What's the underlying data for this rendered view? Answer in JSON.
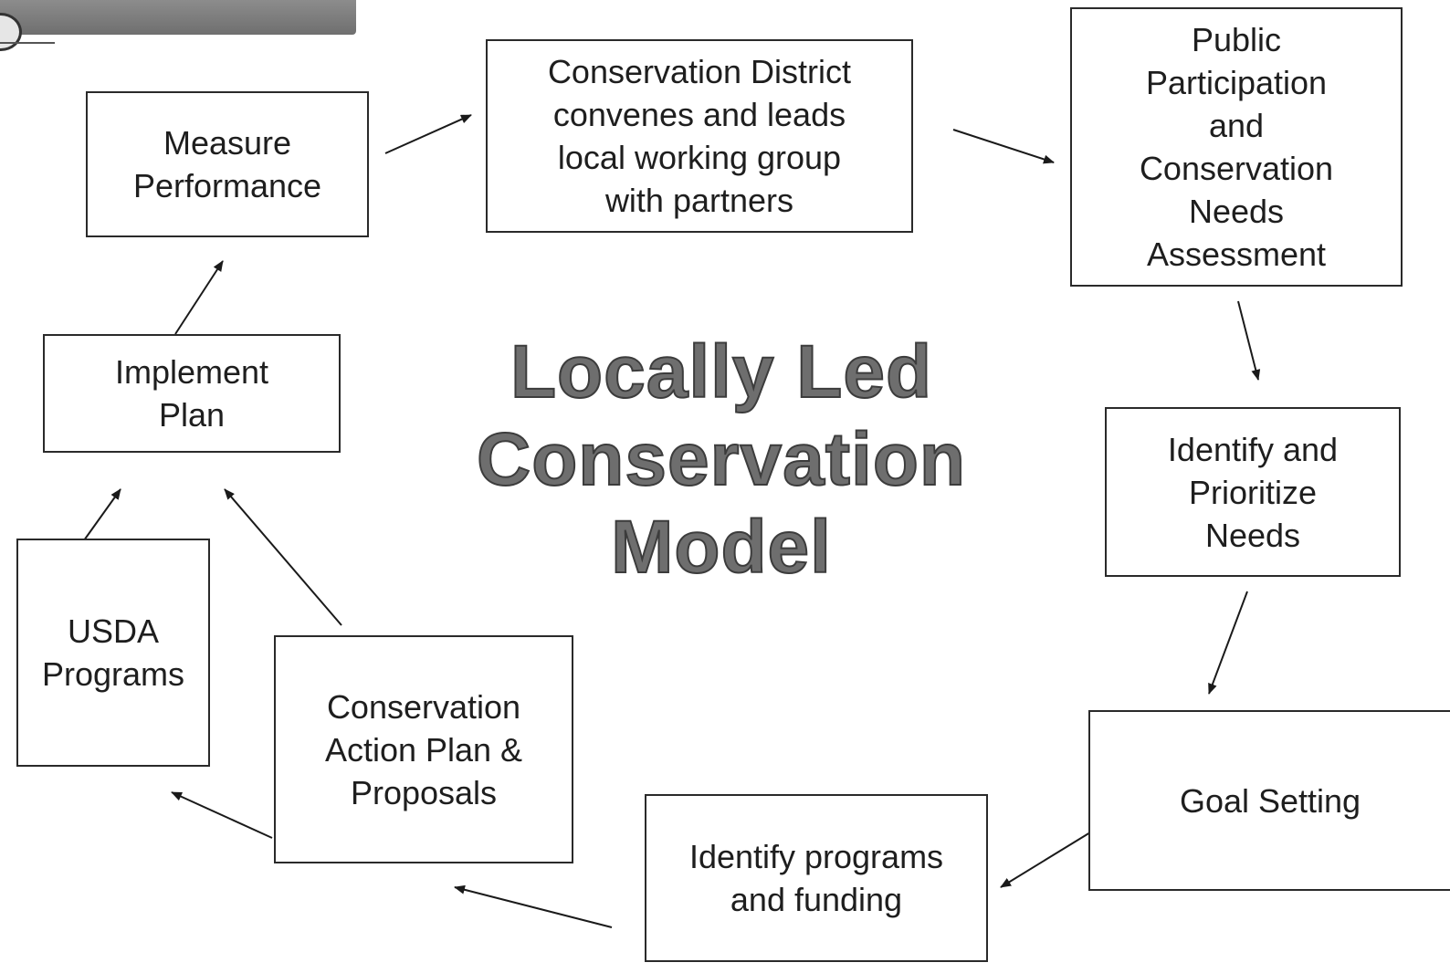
{
  "diagram": {
    "title": "Locally Led\nConservation\nModel",
    "nodes": {
      "district": "Conservation District\nconvenes and leads\nlocal working group\nwith partners",
      "public": "Public\nParticipation\nand\nConservation\nNeeds\nAssessment",
      "identify_needs": "Identify and\nPrioritize\nNeeds",
      "goal": "Goal Setting",
      "programs_funding": "Identify programs\nand funding",
      "action_plan": "Conservation\nAction Plan &\nProposals",
      "usda": "USDA\nPrograms",
      "implement": "Implement\nPlan",
      "measure": "Measure\nPerformance"
    },
    "edges": [
      [
        "measure",
        "district"
      ],
      [
        "district",
        "public"
      ],
      [
        "public",
        "identify_needs"
      ],
      [
        "identify_needs",
        "goal"
      ],
      [
        "goal",
        "programs_funding"
      ],
      [
        "programs_funding",
        "action_plan"
      ],
      [
        "action_plan",
        "usda"
      ],
      [
        "action_plan",
        "implement"
      ],
      [
        "usda",
        "implement"
      ],
      [
        "implement",
        "measure"
      ]
    ]
  }
}
